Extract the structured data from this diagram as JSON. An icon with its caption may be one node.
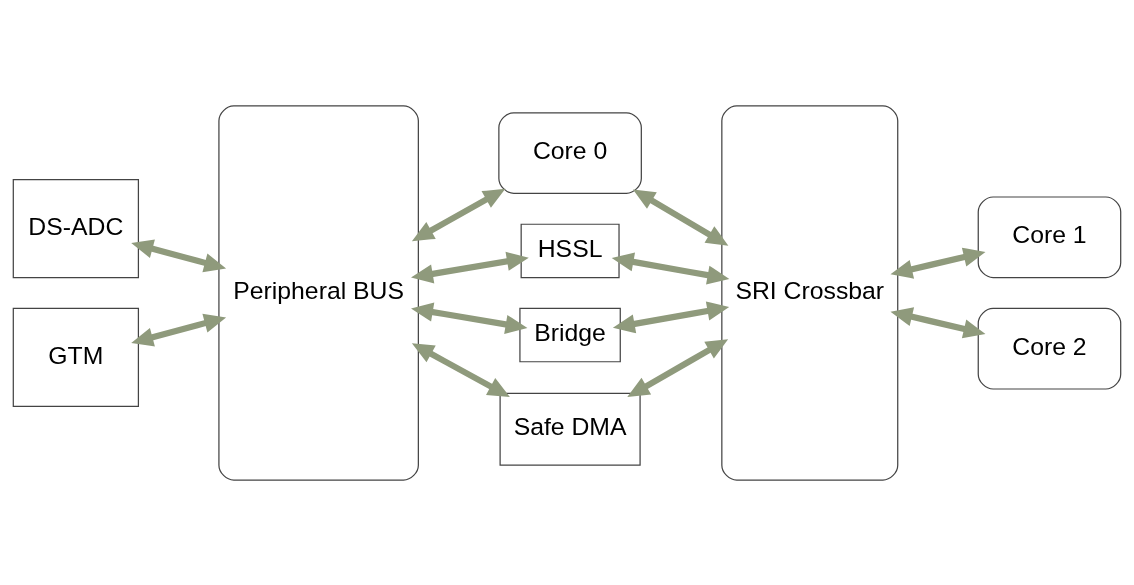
{
  "diagram": {
    "nodes": [
      {
        "text": [
          "Core 0"
        ]
      },
      {
        "text": [
          "Peripheral BUS"
        ]
      },
      {
        "text": [
          "SRI Crossbar"
        ]
      },
      {
        "text": [
          "DS-ADC"
        ]
      },
      {
        "text": [
          "GTM"
        ]
      },
      {
        "text": [
          "HSSL"
        ]
      },
      {
        "text": [
          "Bridge"
        ]
      },
      {
        "text": [
          "Safe DMA"
        ]
      },
      {
        "text": [
          "Core 1"
        ]
      },
      {
        "text": [
          "Core 2"
        ]
      }
    ],
    "edges": [
      {
        "from": 1,
        "to": 0,
        "arrow": "both"
      },
      {
        "from": 0,
        "to": 2,
        "arrow": "both"
      },
      {
        "from": 3,
        "to": 1,
        "arrow": "both"
      },
      {
        "from": 4,
        "to": 1,
        "arrow": "both"
      },
      {
        "from": 1,
        "to": 5,
        "arrow": "both"
      },
      {
        "from": 5,
        "to": 2,
        "arrow": "both"
      },
      {
        "from": 1,
        "to": 6,
        "arrow": "both"
      },
      {
        "from": 6,
        "to": 2,
        "arrow": "both"
      },
      {
        "from": 1,
        "to": 7,
        "arrow": "both"
      },
      {
        "from": 7,
        "to": 2,
        "arrow": "both"
      },
      {
        "from": 2,
        "to": 8,
        "arrow": "both"
      },
      {
        "from": 2,
        "to": 9,
        "arrow": "both"
      }
    ]
  }
}
